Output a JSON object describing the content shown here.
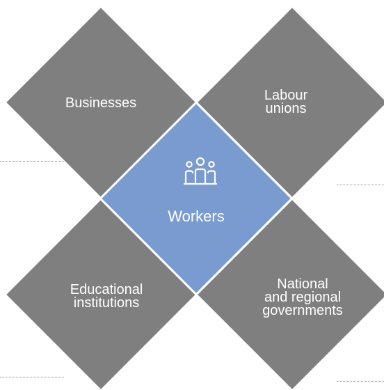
{
  "diagram": {
    "center": {
      "label": "Workers",
      "icon": "people-group-icon"
    },
    "stakeholders": [
      {
        "label": "Businesses"
      },
      {
        "label": "Labour\nunions"
      },
      {
        "label": "Educational\ninstitutions"
      },
      {
        "label": "National\nand regional\ngovernments"
      }
    ]
  },
  "colors": {
    "outer": "#7f7f7f",
    "center": "#7a9bd0",
    "text": "#ffffff",
    "divider": "#8a8a8a"
  }
}
